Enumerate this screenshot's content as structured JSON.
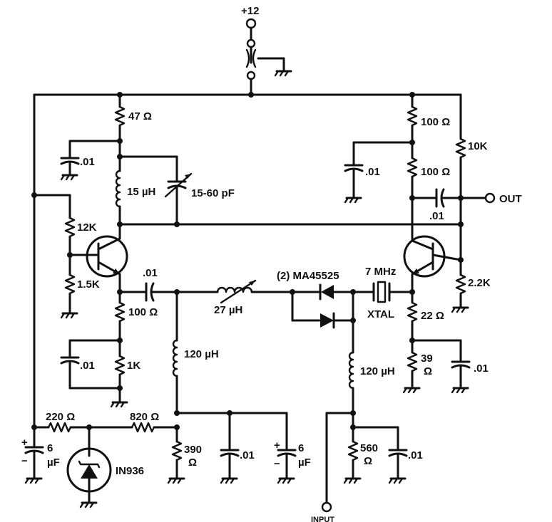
{
  "labels": {
    "supply": "+12",
    "r47": "47 Ω",
    "c01_top_left": ".01",
    "l15": "15 µH",
    "ctrim": "15-60 pF",
    "r12k": "12K",
    "r1_5k": "1.5K",
    "c01_coupling": ".01",
    "r100_emitter": "100 Ω",
    "c01_left_mid": ".01",
    "r1k": "1K",
    "l120_left": "120 µH",
    "l27": "27 µH",
    "diodes": "(2) MA45525",
    "xtal_freq": "7 MHz",
    "xtal": "XTAL",
    "r100_top_right": "100 Ω",
    "r10k": "10K",
    "c01_right_top": ".01",
    "r100_right_2": "100 Ω",
    "out": "OUT",
    "c01_out": ".01",
    "r2_2k": "2.2K",
    "r22": "22 Ω",
    "r39": "39",
    "r39_unit": "Ω",
    "c01_right_mid": ".01",
    "l120_right": "120 µH",
    "r220": "220 Ω",
    "r820": "820 Ω",
    "c6_left": "6",
    "c6_left_unit": "µF",
    "zener": "IN936",
    "r390": "390",
    "r390_unit": "Ω",
    "c01_bottom": ".01",
    "c6_right": "6",
    "c6_right_unit": "µF",
    "r560": "560",
    "r560_unit": "Ω",
    "c01_bottom_right": ".01",
    "input": "INPUT"
  }
}
